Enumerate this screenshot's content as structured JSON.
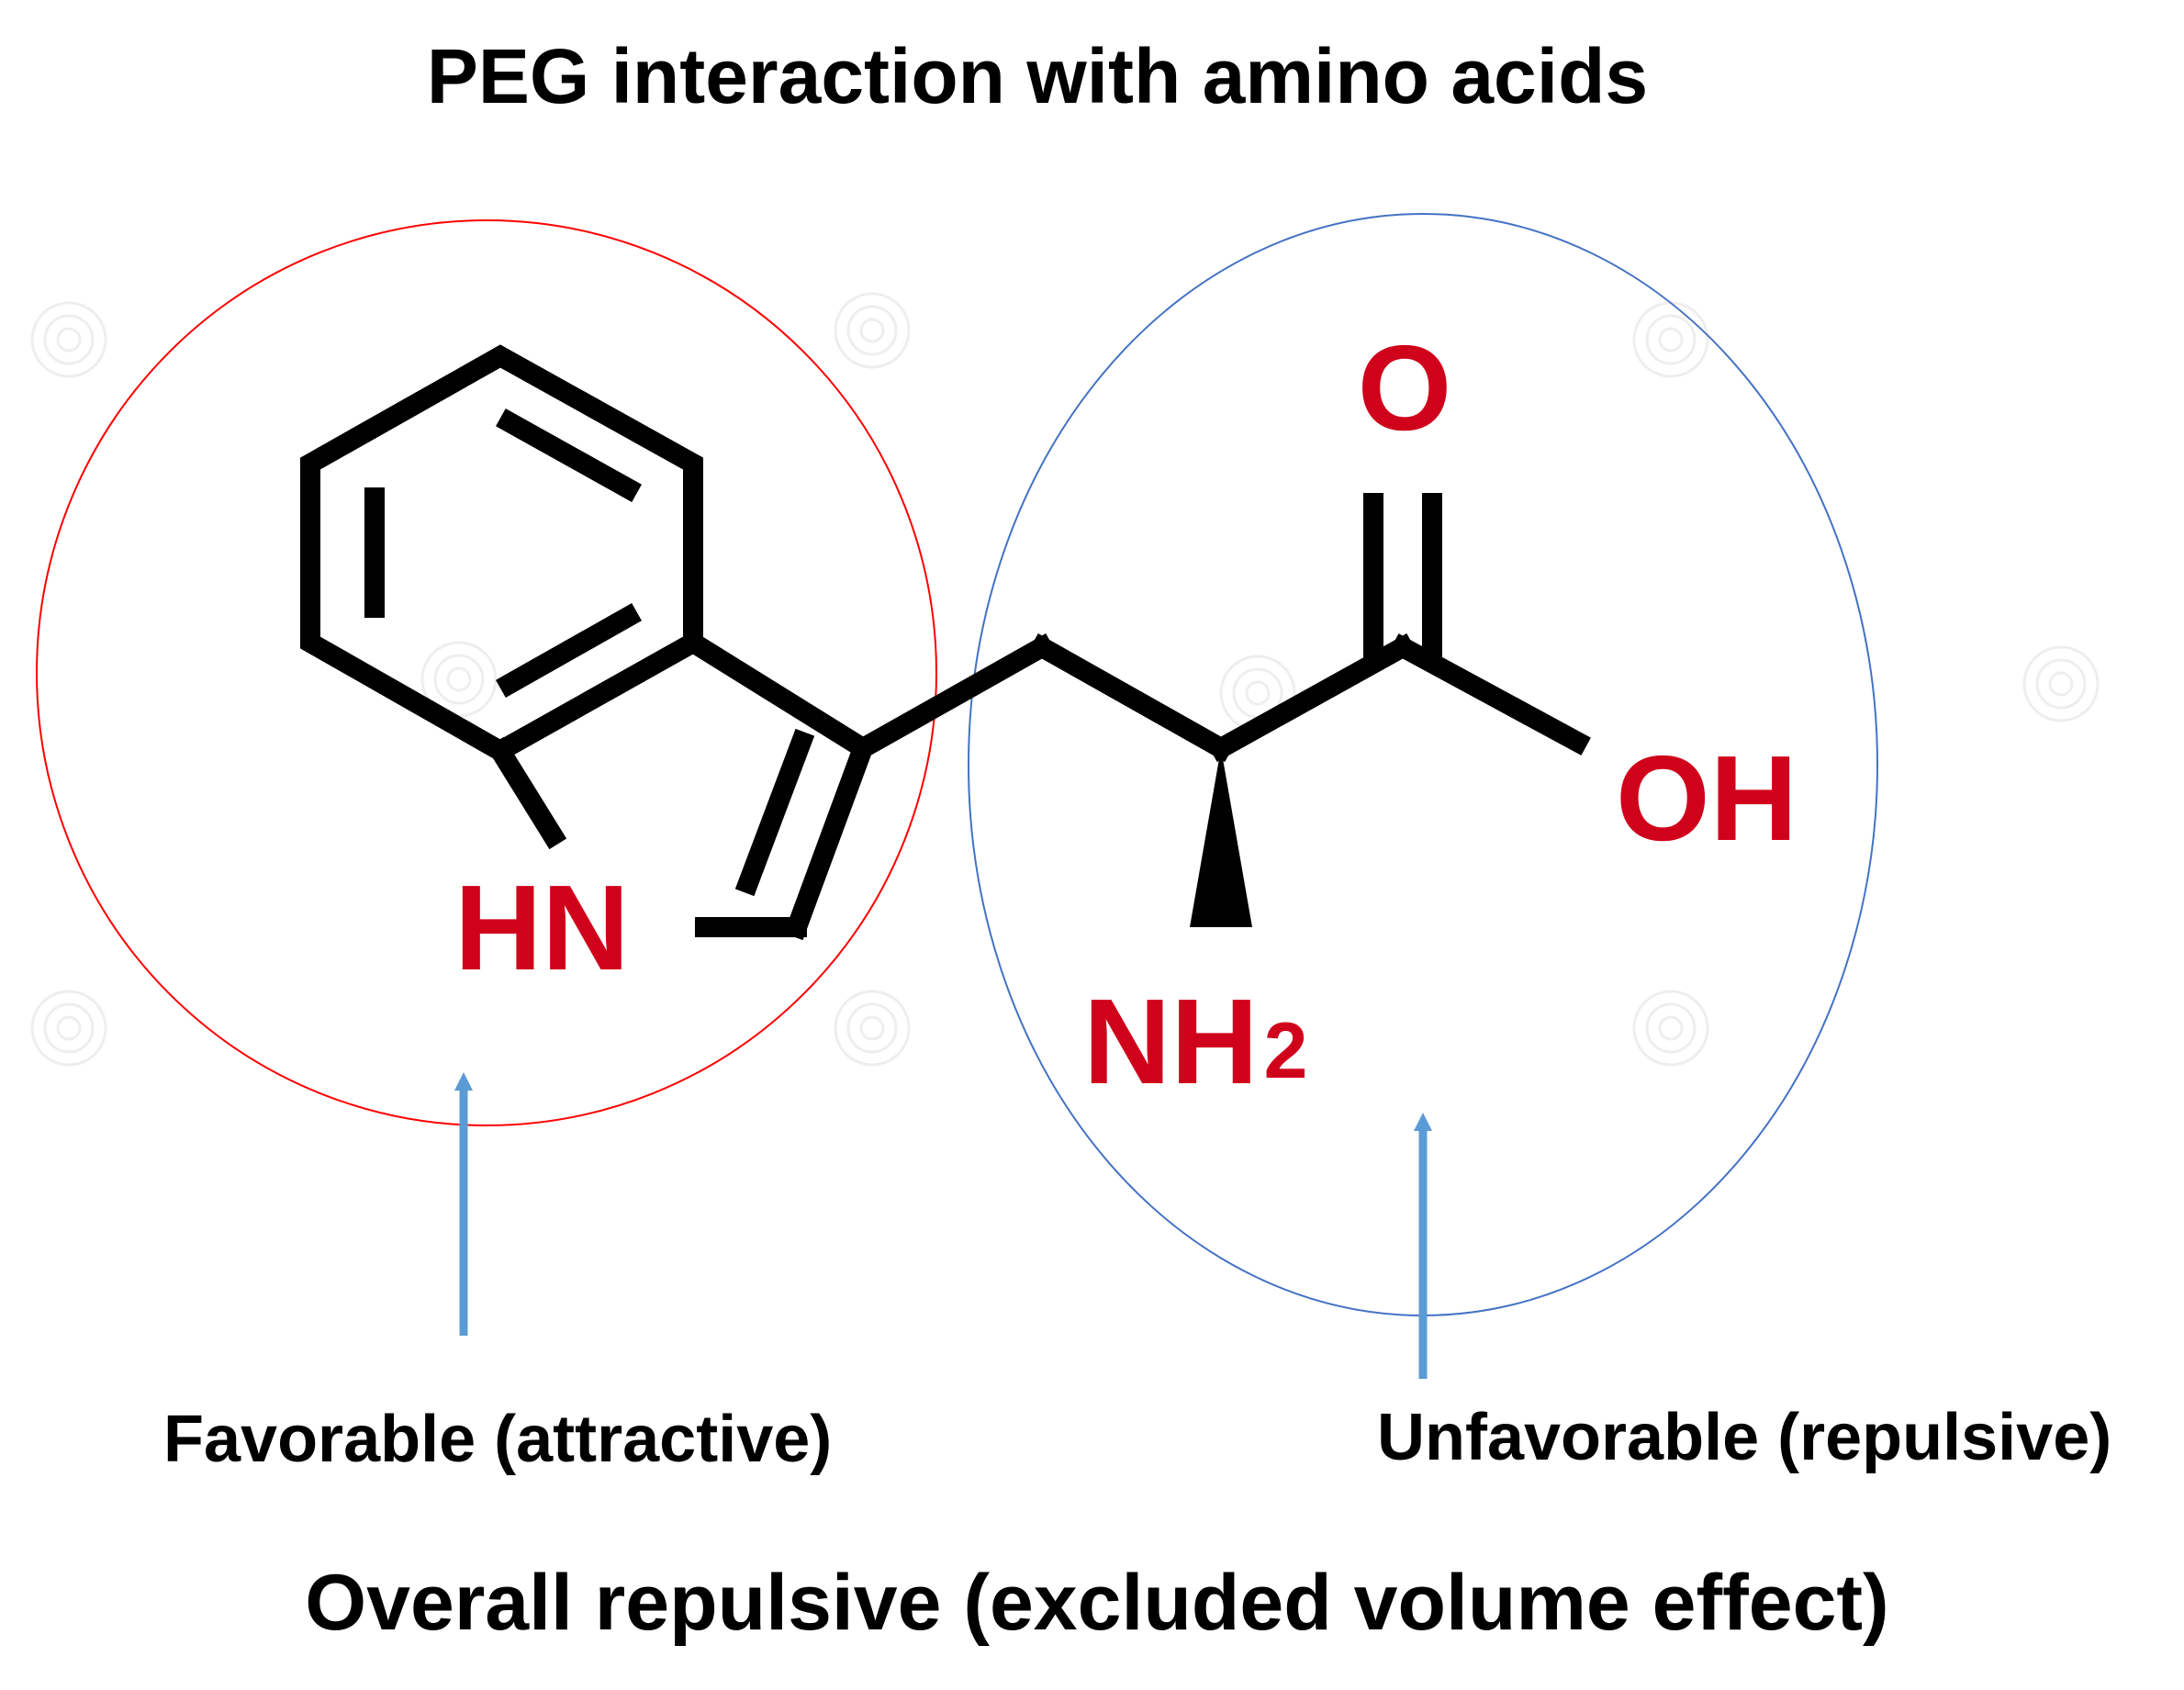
{
  "title": "PEG interaction with amino acids",
  "atoms": {
    "nh": "HN",
    "oxygen": "O",
    "hydroxyl": "OH",
    "amine": "NH",
    "amine_subscript": "2"
  },
  "regions": {
    "left": {
      "label": "Favorable (attractive)",
      "outline_color": "#ff0000"
    },
    "right": {
      "label": "Unfavorable (repulsive)",
      "outline_color": "#4472c4"
    }
  },
  "arrow_color": "#5b9bd5",
  "atom_color": "#d0021b",
  "summary": "Overall repulsive (excluded volume effect)"
}
